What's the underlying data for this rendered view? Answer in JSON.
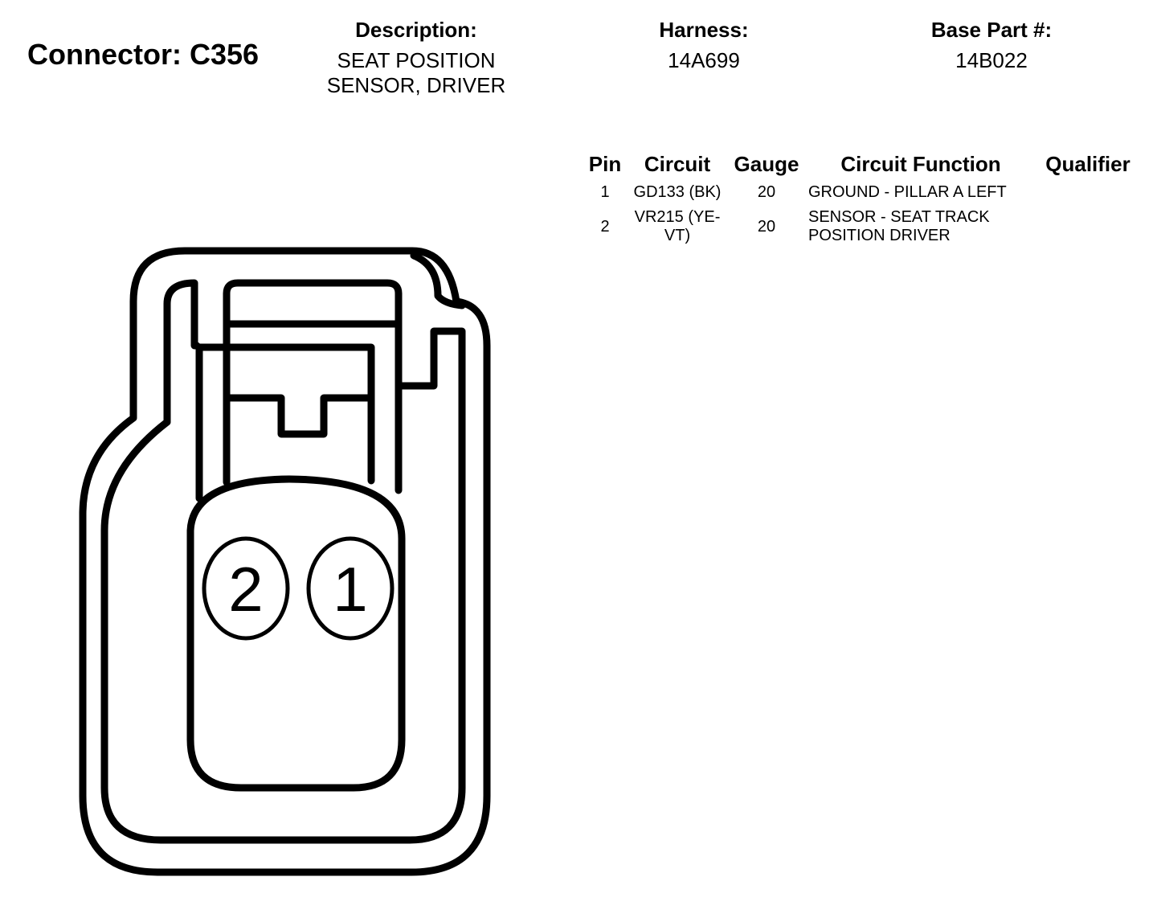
{
  "connector": {
    "title": "Connector: C356"
  },
  "header": {
    "description_label": "Description:",
    "description_lines": [
      "SEAT POSITION",
      "SENSOR, DRIVER"
    ],
    "harness_label": "Harness:",
    "harness_value": "14A699",
    "base_part_label": "Base Part #:",
    "base_part_value": "14B022"
  },
  "table": {
    "columns": [
      "Pin",
      "Circuit",
      "Gauge",
      "Circuit Function",
      "Qualifier"
    ],
    "rows": [
      {
        "pin": "1",
        "circuit": [
          "GD133 (BK)"
        ],
        "gauge": "20",
        "function": [
          "GROUND - PILLAR A LEFT"
        ],
        "qualifier": ""
      },
      {
        "pin": "2",
        "circuit": [
          "VR215 (YE-",
          "VT)"
        ],
        "gauge": "20",
        "function": [
          "SENSOR - SEAT TRACK",
          "POSITION DRIVER"
        ],
        "qualifier": ""
      }
    ]
  },
  "diagram": {
    "pin_labels": [
      "2",
      "1"
    ],
    "stroke_color": "#000000",
    "fill_color": "#ffffff"
  }
}
